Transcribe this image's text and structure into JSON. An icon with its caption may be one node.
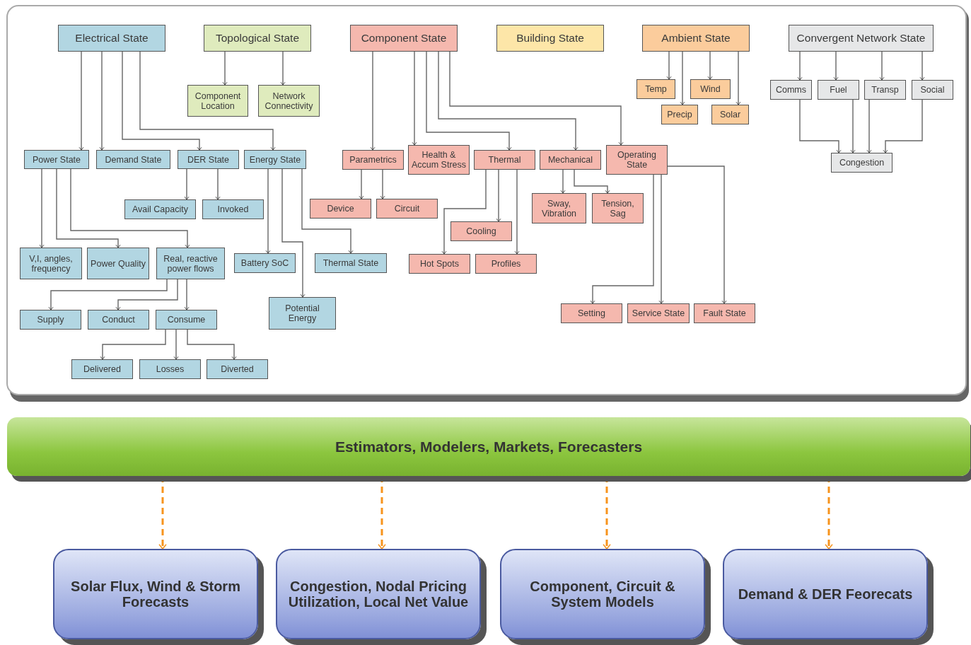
{
  "diagram": {
    "nodes": [
      {
        "text": [
          "Electrical State"
        ]
      },
      {
        "text": [
          "Topological State"
        ]
      },
      {
        "text": [
          "Component State"
        ]
      },
      {
        "text": [
          "Building State"
        ]
      },
      {
        "text": [
          "Ambient State"
        ]
      },
      {
        "text": [
          "Convergent Network State"
        ]
      },
      {
        "text": [
          "Component Location"
        ]
      },
      {
        "text": [
          "Network Connectivity"
        ]
      },
      {
        "text": [
          "Power State"
        ]
      },
      {
        "text": [
          "Demand State"
        ]
      },
      {
        "text": [
          "DER State"
        ]
      },
      {
        "text": [
          "Energy State"
        ]
      },
      {
        "text": [
          "Avail Capacity"
        ]
      },
      {
        "text": [
          "Invoked"
        ]
      },
      {
        "text": [
          "V,I, angles, frequency"
        ]
      },
      {
        "text": [
          "Power Quality"
        ]
      },
      {
        "text": [
          "Real, reactive power flows"
        ]
      },
      {
        "text": [
          "Battery SoC"
        ]
      },
      {
        "text": [
          "Thermal State"
        ]
      },
      {
        "text": [
          "Potential Energy"
        ]
      },
      {
        "text": [
          "Supply"
        ]
      },
      {
        "text": [
          "Conduct"
        ]
      },
      {
        "text": [
          "Consume"
        ]
      },
      {
        "text": [
          "Delivered"
        ]
      },
      {
        "text": [
          "Losses"
        ]
      },
      {
        "text": [
          "Diverted"
        ]
      },
      {
        "text": [
          "Parametrics"
        ]
      },
      {
        "text": [
          "Health & Accum Stress"
        ]
      },
      {
        "text": [
          "Thermal"
        ]
      },
      {
        "text": [
          "Mechanical"
        ]
      },
      {
        "text": [
          "Operating State"
        ]
      },
      {
        "text": [
          "Device"
        ]
      },
      {
        "text": [
          "Circuit"
        ]
      },
      {
        "text": [
          "Sway, Vibration"
        ]
      },
      {
        "text": [
          "Tension, Sag"
        ]
      },
      {
        "text": [
          "Cooling"
        ]
      },
      {
        "text": [
          "Hot Spots"
        ]
      },
      {
        "text": [
          "Profiles"
        ]
      },
      {
        "text": [
          "Setting"
        ]
      },
      {
        "text": [
          "Service State"
        ]
      },
      {
        "text": [
          "Fault State"
        ]
      },
      {
        "text": [
          "Temp"
        ]
      },
      {
        "text": [
          "Wind"
        ]
      },
      {
        "text": [
          "Precip"
        ]
      },
      {
        "text": [
          "Solar"
        ]
      },
      {
        "text": [
          "Comms"
        ]
      },
      {
        "text": [
          "Fuel"
        ]
      },
      {
        "text": [
          "Transp"
        ]
      },
      {
        "text": [
          "Social"
        ]
      },
      {
        "text": [
          "Congestion"
        ]
      },
      {
        "text": [
          "Estimators, Modelers, Markets, Forecasters"
        ]
      },
      {
        "text": [
          "Solar Flux, Wind & Storm Forecasts"
        ]
      },
      {
        "text": [
          "Congestion, Nodal Pricing Utilization, Local Net Value"
        ]
      },
      {
        "text": [
          "Component, Circuit & System Models"
        ]
      },
      {
        "text": [
          "Demand & DER Feorecats"
        ]
      }
    ],
    "edges": [
      {
        "from": 0,
        "to": 8,
        "arrow": "to"
      },
      {
        "from": 0,
        "to": 9,
        "arrow": "to"
      },
      {
        "from": 0,
        "to": 10,
        "arrow": "to"
      },
      {
        "from": 0,
        "to": 11,
        "arrow": "to"
      },
      {
        "from": 1,
        "to": 6,
        "arrow": "to"
      },
      {
        "from": 1,
        "to": 7,
        "arrow": "to"
      },
      {
        "from": 8,
        "to": 14,
        "arrow": "to"
      },
      {
        "from": 8,
        "to": 15,
        "arrow": "to"
      },
      {
        "from": 8,
        "to": 16,
        "arrow": "to"
      },
      {
        "from": 10,
        "to": 12,
        "arrow": "to"
      },
      {
        "from": 10,
        "to": 13,
        "arrow": "to"
      },
      {
        "from": 11,
        "to": 17,
        "arrow": "to"
      },
      {
        "from": 11,
        "to": 19,
        "arrow": "to"
      },
      {
        "from": 11,
        "to": 18,
        "arrow": "to"
      },
      {
        "from": 16,
        "to": 20,
        "arrow": "to"
      },
      {
        "from": 16,
        "to": 21,
        "arrow": "to"
      },
      {
        "from": 16,
        "to": 22,
        "arrow": "to"
      },
      {
        "from": 22,
        "to": 23,
        "arrow": "to"
      },
      {
        "from": 22,
        "to": 24,
        "arrow": "to"
      },
      {
        "from": 22,
        "to": 25,
        "arrow": "to"
      },
      {
        "from": 2,
        "to": 26,
        "arrow": "to"
      },
      {
        "from": 2,
        "to": 27,
        "arrow": "to"
      },
      {
        "from": 2,
        "to": 28,
        "arrow": "to"
      },
      {
        "from": 2,
        "to": 29,
        "arrow": "to"
      },
      {
        "from": 2,
        "to": 30,
        "arrow": "to"
      },
      {
        "from": 26,
        "to": 31,
        "arrow": "to"
      },
      {
        "from": 26,
        "to": 32,
        "arrow": "to"
      },
      {
        "from": 28,
        "to": 36,
        "arrow": "to"
      },
      {
        "from": 28,
        "to": 35,
        "arrow": "to"
      },
      {
        "from": 28,
        "to": 37,
        "arrow": "to"
      },
      {
        "from": 29,
        "to": 33,
        "arrow": "to"
      },
      {
        "from": 29,
        "to": 34,
        "arrow": "to"
      },
      {
        "from": 30,
        "to": 38,
        "arrow": "to"
      },
      {
        "from": 30,
        "to": 39,
        "arrow": "to"
      },
      {
        "from": 30,
        "to": 40,
        "arrow": "to"
      },
      {
        "from": 4,
        "to": 41,
        "arrow": "to"
      },
      {
        "from": 4,
        "to": 43,
        "arrow": "to"
      },
      {
        "from": 4,
        "to": 42,
        "arrow": "to"
      },
      {
        "from": 4,
        "to": 44,
        "arrow": "to"
      },
      {
        "from": 5,
        "to": 45,
        "arrow": "to"
      },
      {
        "from": 5,
        "to": 46,
        "arrow": "to"
      },
      {
        "from": 5,
        "to": 47,
        "arrow": "to"
      },
      {
        "from": 5,
        "to": 48,
        "arrow": "to"
      },
      {
        "from": 45,
        "to": 49,
        "arrow": "to"
      },
      {
        "from": 46,
        "to": 49,
        "arrow": "to"
      },
      {
        "from": 47,
        "to": 49,
        "arrow": "to"
      },
      {
        "from": 48,
        "to": 49,
        "arrow": "to"
      },
      {
        "from": 50,
        "to": 51,
        "arrow": "to",
        "style": "dashed",
        "color": "#f7941d"
      },
      {
        "from": 50,
        "to": 52,
        "arrow": "to",
        "style": "dashed",
        "color": "#f7941d"
      },
      {
        "from": 50,
        "to": 53,
        "arrow": "to",
        "style": "dashed",
        "color": "#f7941d"
      },
      {
        "from": 50,
        "to": 54,
        "arrow": "to",
        "style": "dashed",
        "color": "#f7941d"
      }
    ]
  }
}
